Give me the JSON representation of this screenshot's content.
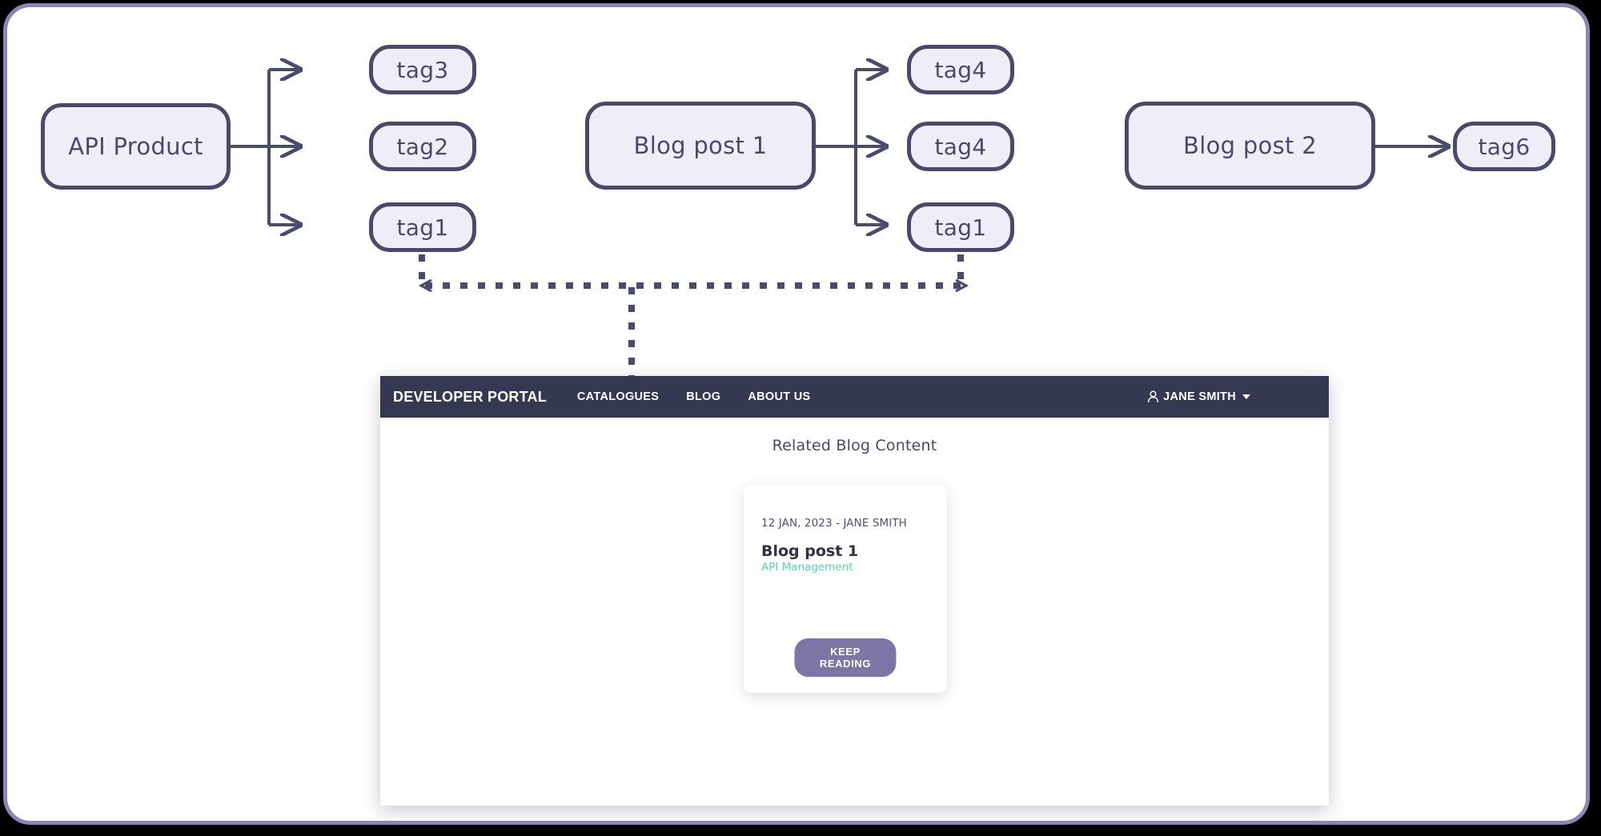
{
  "diagram": {
    "nodes": [
      {
        "id": "api-product",
        "label": "API Product",
        "color": "gold",
        "kind": "entity"
      },
      {
        "id": "tag3",
        "label": "tag3",
        "color": "gold",
        "kind": "tag"
      },
      {
        "id": "tag2",
        "label": "tag2",
        "color": "gold",
        "kind": "tag"
      },
      {
        "id": "tag1-gold",
        "label": "tag1",
        "color": "gold",
        "kind": "tag"
      },
      {
        "id": "blog-post-1",
        "label": "Blog post 1",
        "color": "teal",
        "kind": "entity"
      },
      {
        "id": "tag4-a",
        "label": "tag4",
        "color": "teal",
        "kind": "tag"
      },
      {
        "id": "tag4-b",
        "label": "tag4",
        "color": "teal",
        "kind": "tag"
      },
      {
        "id": "tag1-teal",
        "label": "tag1",
        "color": "teal",
        "kind": "tag"
      },
      {
        "id": "blog-post-2",
        "label": "Blog post 2",
        "color": "teal",
        "kind": "entity"
      },
      {
        "id": "tag6",
        "label": "tag6",
        "color": "teal",
        "kind": "tag"
      }
    ],
    "colors": {
      "gold": "#e5bb1b",
      "teal": "#14e0ac",
      "node_fill": "#eeedf8",
      "node_text": "#4a4a68",
      "connector": "#4a4c6b",
      "frame_border": "#8985b5"
    }
  },
  "portal": {
    "brand": "DEVELOPER PORTAL",
    "nav": [
      {
        "label": "CATALOGUES"
      },
      {
        "label": "BLOG"
      },
      {
        "label": "ABOUT US"
      }
    ],
    "user": {
      "name": "JANE SMITH",
      "icon": "person-icon",
      "caret": "chevron-down-icon"
    },
    "related_heading": "Related Blog Content",
    "card": {
      "meta": "12 JAN, 2023 - JANE SMITH",
      "title": "Blog post 1",
      "tag": "API Management",
      "button": "KEEP READING"
    },
    "colors": {
      "navbar_bg": "#343851",
      "card_tag": "#4ddcb0",
      "button_bg": "#7b76a4"
    }
  }
}
